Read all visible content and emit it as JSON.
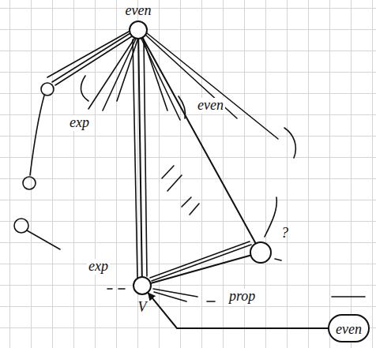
{
  "diagram": {
    "nodes": [
      {
        "text": [
          "even"
        ]
      },
      {
        "text": [
          "V"
        ]
      },
      {
        "text": [
          "?"
        ]
      },
      {
        "text": [
          "even"
        ]
      }
    ],
    "edges": [
      {
        "from": 0,
        "to": 1,
        "arrow": "none"
      },
      {
        "from": 0,
        "to": 2,
        "arrow": "none"
      },
      {
        "from": 1,
        "to": 2,
        "arrow": "none"
      },
      {
        "from": 3,
        "to": 1,
        "arrow": "to"
      }
    ],
    "labels": [
      "exp",
      "even",
      "exp",
      "prop"
    ]
  }
}
